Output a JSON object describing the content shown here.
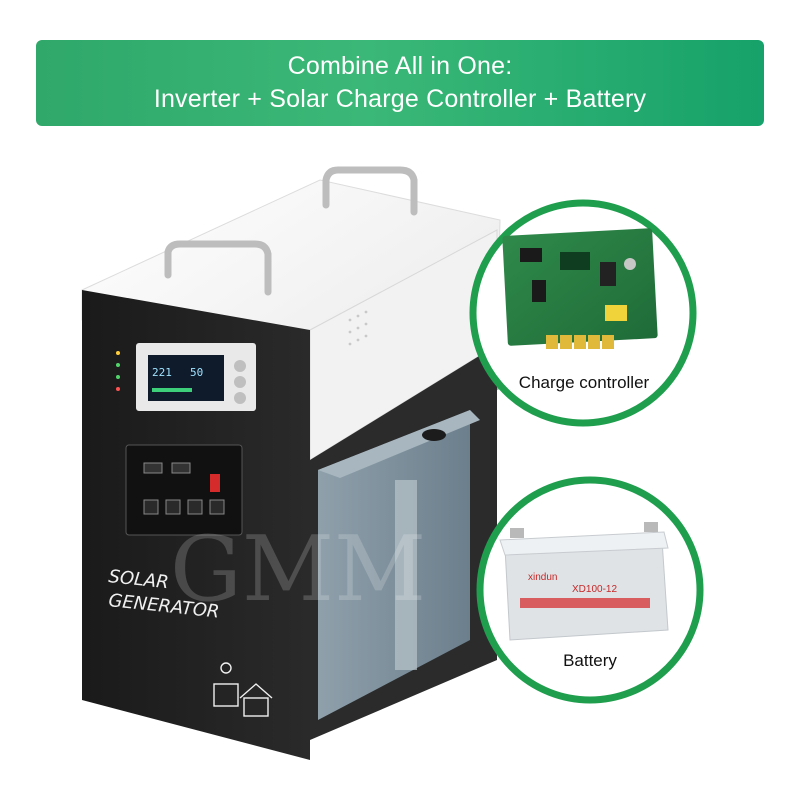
{
  "banner": {
    "line1": "Combine All in One:",
    "line2": "Inverter + Solar Charge Controller + Battery",
    "color": "#2fae6e"
  },
  "product": {
    "brand_text_line1": "SOLAR",
    "brand_text_line2": "GENERATOR",
    "display_reading_left": "221",
    "display_reading_right": "50",
    "watermark": "GMM",
    "body_color": "#111111",
    "top_color": "#f4f4f4"
  },
  "callouts": {
    "charge_controller_label": "Charge controller",
    "battery_label": "Battery",
    "battery_brand": "xindun",
    "battery_model": "XD100-12",
    "ring_color": "#1f9e4e"
  }
}
